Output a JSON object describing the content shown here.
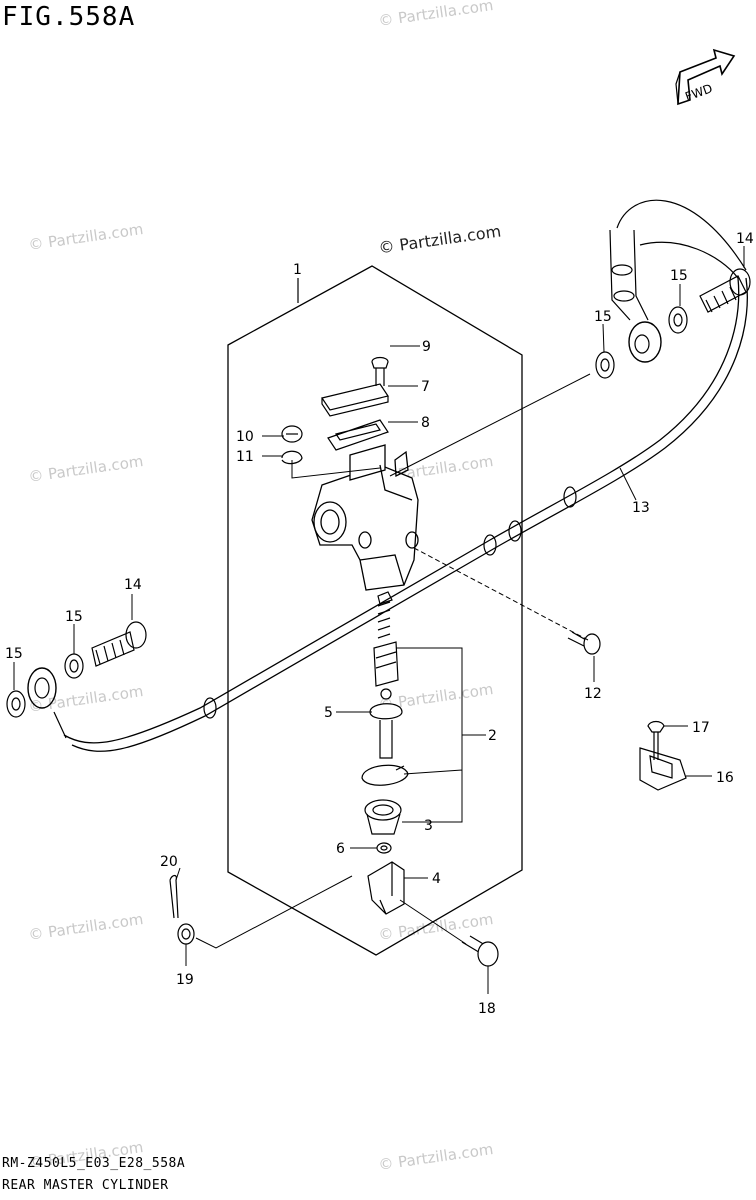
{
  "figure_title": "FIG.558A",
  "fwd_label": "FWD",
  "footer": {
    "code": "RM-Z450L5_E03_E28_558A",
    "name": "REAR MASTER CYLINDER"
  },
  "watermark": "© Partzilla.com",
  "callouts": {
    "c1": "1",
    "c2": "2",
    "c3": "3",
    "c4": "4",
    "c5": "5",
    "c6": "6",
    "c7": "7",
    "c8": "8",
    "c9": "9",
    "c10": "10",
    "c11": "11",
    "c12": "12",
    "c13": "13",
    "c14a": "14",
    "c14b": "14",
    "c15a": "15",
    "c15b": "15",
    "c15c": "15",
    "c15d": "15",
    "c16": "16",
    "c17": "17",
    "c18": "18",
    "c19": "19",
    "c20": "20"
  }
}
